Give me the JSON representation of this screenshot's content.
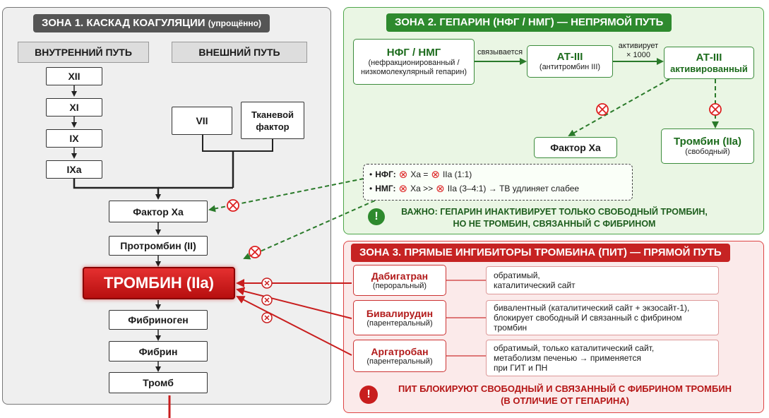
{
  "zone1": {
    "title": "ЗОНА 1. КАСКАД КОАГУЛЯЦИИ",
    "title_note": "(упрощённо)",
    "intrinsic_label": "ВНУТРЕННИЙ ПУТЬ",
    "extrinsic_label": "ВНЕШНИЙ ПУТЬ",
    "intrinsic_factors": [
      "XII",
      "XI",
      "IX",
      "IXa"
    ],
    "extrinsic_factor": "VII",
    "tissue_factor": "Тканевой фактор",
    "factor_xa": "Фактор Xa",
    "prothrombin": "Протромбин (II)",
    "thrombin": "ТРОМБИН (IIa)",
    "fibrinogen": "Фибриноген",
    "fibrin": "Фибрин",
    "thrombus": "Тромб"
  },
  "zone2": {
    "title": "ЗОНА 2. ГЕПАРИН (НФГ / НМГ) — НЕПРЯМОЙ ПУТЬ",
    "heparin_title": "НФГ / НМГ",
    "heparin_sub": "(нефракционированный / низкомолекулярный гепарин)",
    "binds_label": "связывается",
    "at3_title": "АТ-III",
    "at3_sub": "(антитромбин III)",
    "activates_label": "активирует",
    "activates_mult": "× 1000",
    "at3_active_title": "АТ-III",
    "at3_active_sub": "активированный",
    "factor_xa": "Фактор Xa",
    "thrombin_title": "Тромбин (IIa)",
    "thrombin_sub": "(свободный)",
    "ratio_ufh_label": "НФГ:",
    "ratio_ufh_a": "Xa =",
    "ratio_ufh_b": "IIa (1:1)",
    "ratio_lmwh_label": "НМГ:",
    "ratio_lmwh_a": "Xa >>",
    "ratio_lmwh_b": "IIa (3–4:1) → ТВ удлиняет слабее",
    "important_line1": "ВАЖНО: ГЕПАРИН ИНАКТИВИРУЕТ ТОЛЬКО СВОБОДНЫЙ ТРОМБИН,",
    "important_line2": "НО НЕ ТРОМБИН, СВЯЗАННЫЙ С ФИБРИНОМ"
  },
  "zone3": {
    "title": "ЗОНА 3. ПРЯМЫЕ ИНГИБИТОРЫ ТРОМБИНА (ПИТ) — ПРЯМОЙ ПУТЬ",
    "drugs": [
      {
        "name": "Дабигатран",
        "route": "(пероральный)",
        "desc": [
          "обратимый,",
          "каталитический сайт"
        ]
      },
      {
        "name": "Бивалирудин",
        "route": "(парентеральный)",
        "desc": [
          "бивалентный (каталитический сайт + экзосайт-1),",
          "блокирует свободный И связанный с фибрином",
          "тромбин"
        ]
      },
      {
        "name": "Аргатробан",
        "route": "(парентеральный)",
        "desc": [
          "обратимый, только каталитический сайт,",
          "метаболизм печенью → применяется",
          "при ГИТ и ПН"
        ]
      }
    ],
    "warning_line1": "ПИТ БЛОКИРУЮТ СВОБОДНЫЙ И СВЯЗАННЫЙ С ФИБРИНОМ ТРОМБИН",
    "warning_line2": "(В ОТЛИЧИЕ ОТ ГЕПАРИНА)"
  },
  "colors": {
    "zone1_bg": "#efefef",
    "zone2_bg": "#eaf6e4",
    "zone3_bg": "#fbeaea",
    "green_accent": "#2e8a2e",
    "red_accent": "#c62323",
    "thrombin_fill": "#d21d1d"
  },
  "icons": [
    "block-icon",
    "exclamation-icon",
    "arrow-icon"
  ]
}
